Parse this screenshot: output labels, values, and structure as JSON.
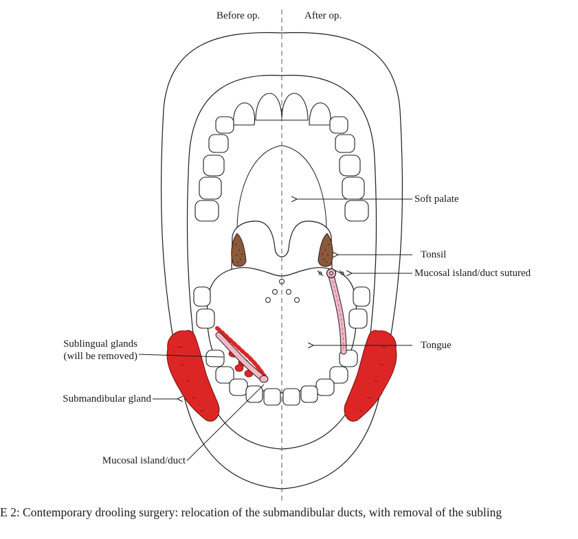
{
  "labels": {
    "before_op": "Before op.",
    "after_op": "After op.",
    "soft_palate": "Soft palate",
    "tonsil": "Tonsil",
    "mucosal_island_sutured": "Mucosal island/duct sutured",
    "tongue": "Tongue",
    "sublingual_glands_line1": "Sublingual glands",
    "sublingual_glands_line2": "(will be removed)",
    "submandibular_gland": "Submandibular gland",
    "mucosal_island_duct": "Mucosal island/duct"
  },
  "caption": "E 2: Contemporary drooling surgery: relocation of the submandibular ducts, with removal of the subling",
  "colors": {
    "gland_red": "#dc2626",
    "gland_outline": "#7a0f0f",
    "duct_pink": "#f2b8c6",
    "tonsil_brown": "#8b5a3c",
    "line": "#1a1a1a"
  }
}
